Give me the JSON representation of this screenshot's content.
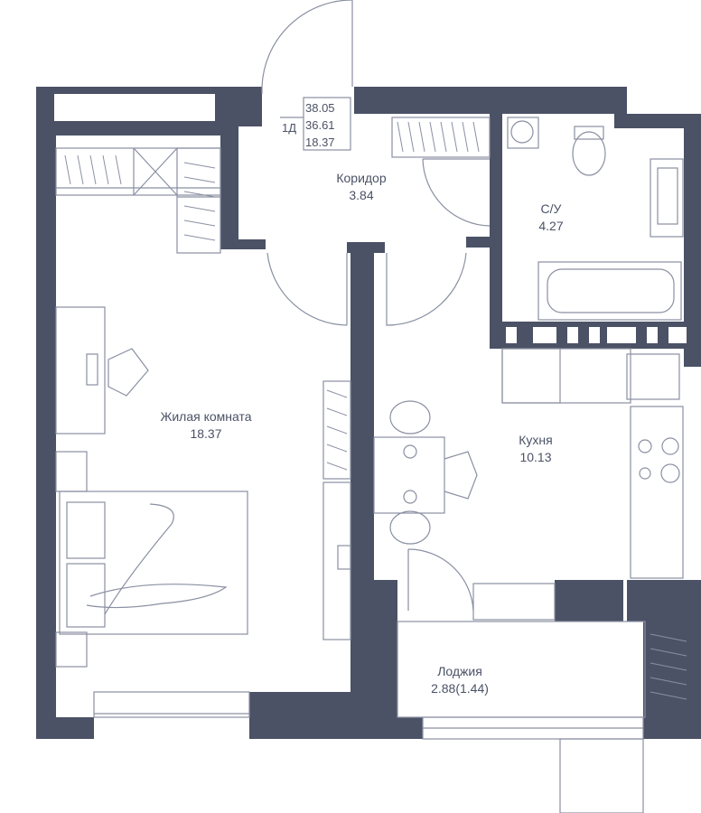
{
  "apartment": {
    "type": "1Д",
    "total_area": "38.05",
    "living_total": "36.61",
    "living_area": "18.37"
  },
  "rooms": {
    "corridor": {
      "name": "Коридор",
      "area": "3.84"
    },
    "bathroom": {
      "name": "С/У",
      "area": "4.27"
    },
    "living_room": {
      "name": "Жилая комната",
      "area": "18.37"
    },
    "kitchen": {
      "name": "Кухня",
      "area": "10.13"
    },
    "loggia": {
      "name": "Лоджия",
      "area": "2.88(1.44)"
    }
  },
  "colors": {
    "wall": "#4b5266",
    "line": "#8a90a2",
    "background": "#ffffff"
  }
}
